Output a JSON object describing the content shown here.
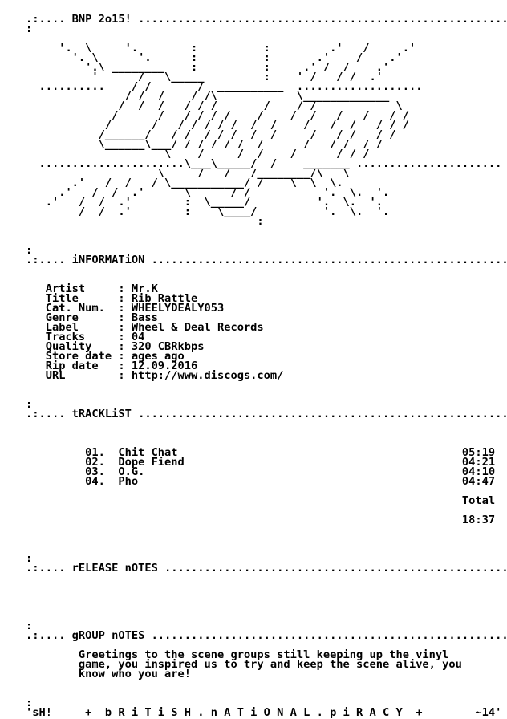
{
  "nfo_lines": [
    ".:.... BNP 2o15! ........................................................:.",
    ":                                                                         :",
    "",
    "     '.  \\     '.        :          :         .'   /     .'",
    "       '. \\      '.      :          :       .'    /    .'",
    "         '.\\ ________    :          :     .' /  /    .'",
    "          '      /   \\_____         :    ' /   / /  .'",
    "  ..........    / /       /  __________  ...................",
    "               / /  /    / /\\            \\_____________",
    "              /  /  /   / / /       /    / /            \\",
    "             /      /   / / / /    /    /  /   /   /   / /",
    "            /      /   / / / / /  /  /    /   /  /   / / /",
    "           /______/   / /  / / /  /  /     /   / /   / /",
    "           \\______\\___/ / / / / /  /      /   / /  / /",
    "                     \\    /     /  /    /      / / /",
    "  ......................\\___\\_____/  /    _______ ......................",
    "                    \\     /   /   /________/\\   \\",
    "       .'   /  /   / \\___________/ /    \\  \\  \\.",
    "     .'   /  /  .'      \\      / /           '.  \\.  '.",
    "   .'   /  /  .'        :  \\_____/          '.  \\.  '.",
    "        /  /  .'        :    \\____/          '.  \\.  '.",
    "                                   :",
    "",
    "",
    ":                                                                         :",
    ".:.... iNFORMATiON .......................................................:.",
    "",
    "",
    "   Artist     : Mr.K",
    "   Title      : Rib Rattle",
    "   Cat. Num.  : WHEELYDEALY053",
    "   Genre      : Bass",
    "   Label      : Wheel & Deal Records",
    "   Tracks     : 04",
    "   Quality    : 320 CBRkbps",
    "   Store date : ages ago",
    "   Rip date   : 12.09.2016",
    "   URL        : http://www.discogs.com/",
    "",
    "",
    ":                                                                         :",
    ".:.... tRACKLiST .........................................................:.",
    "",
    "",
    "",
    "         01.  Chit Chat                                           05:19",
    "         02.  Dope Fiend                                          04:21",
    "         03.  O.G.                                                04:10",
    "         04.  Pho                                                 04:47",
    "",
    "                                                                  Total",
    "",
    "                                                                  18:37",
    "",
    "",
    "",
    ":                                                                         :",
    ".:.... rELEASE nOTES .....................................................:.",
    "",
    "",
    "",
    "",
    "",
    ":                                                                         :",
    ".:.... gROUP nOTES .......................................................:.",
    "",
    "        Greetings to the scene groups still keeping up the vinyl",
    "        game, you inspired us to try and keep the scene alive, you",
    "        know who you are!",
    "",
    "",
    ":                                                                         :",
    "'sH!     +  b R i T i S H . n A T i O N A L . p i R A C Y  +        ~14'"
  ]
}
